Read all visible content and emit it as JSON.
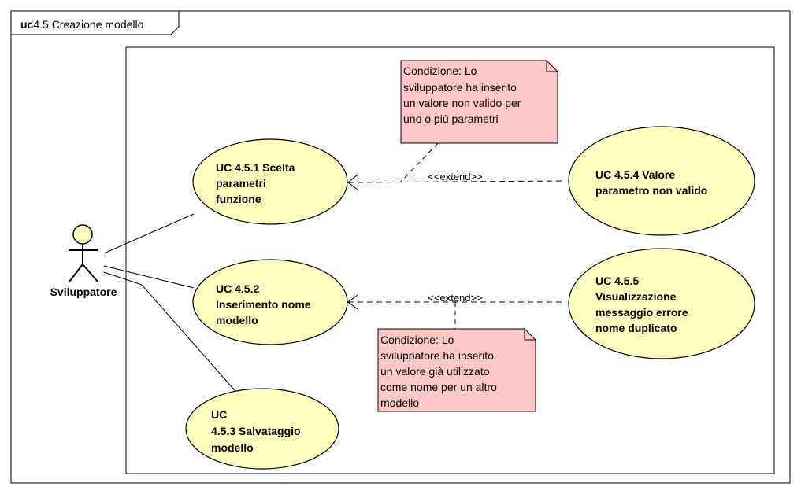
{
  "frame": {
    "keyword": "uc",
    "title": "4.5 Creazione modello"
  },
  "actor": {
    "name": "Sviluppatore"
  },
  "use_cases": {
    "uc451": [
      "UC 4.5.1 Scelta",
      "parametri",
      "funzione"
    ],
    "uc452": [
      "UC 4.5.2",
      "Inserimento nome",
      "modello"
    ],
    "uc453": [
      "UC",
      "4.5.3 Salvataggio",
      "modello"
    ],
    "uc454": [
      "UC 4.5.4 Valore",
      "parametro non valido"
    ],
    "uc455": [
      "UC 4.5.5",
      "Visualizzazione",
      "messaggio errore",
      "nome duplicato"
    ]
  },
  "relations": {
    "extend1": "<<extend>>",
    "extend2": "<<extend>>"
  },
  "notes": {
    "note1": [
      "Condizione: Lo",
      "sviluppatore ha inserito",
      "un valore non valido per",
      "uno o più parametri"
    ],
    "note2": [
      "Condizione: Lo",
      "sviluppatore ha inserito",
      "un valore già utilizzato",
      "come nome per un altro",
      "modello"
    ]
  },
  "colors": {
    "usecase_fill": "#FFFFC0",
    "note_fill": "#FFC8C8",
    "actor_fill": "#FFFFC0",
    "line": "#000000"
  }
}
